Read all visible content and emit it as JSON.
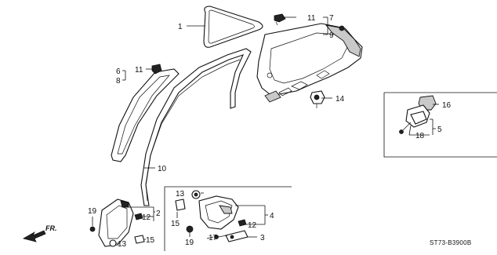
{
  "diagram": {
    "catalog_code": "ST73-B3900B",
    "direction_label": "FR.",
    "callouts": {
      "c1": "1",
      "c2": "2",
      "c3": "3",
      "c4": "4",
      "c5": "5",
      "c6": "6",
      "c7": "7",
      "c8": "8",
      "c9": "9",
      "c10": "10",
      "c11a": "11",
      "c11b": "11",
      "c12a": "12",
      "c12b": "12",
      "c13a": "13",
      "c13b": "13",
      "c14": "14",
      "c15a": "15",
      "c15b": "15",
      "c16": "16",
      "c17": "17",
      "c18": "18",
      "c19a": "19",
      "c19b": "19"
    }
  }
}
